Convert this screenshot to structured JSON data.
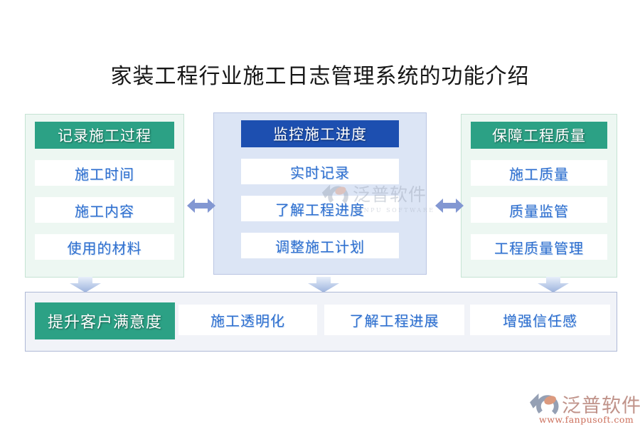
{
  "title": "家装工程行业施工日志管理系统的功能介绍",
  "columns": [
    {
      "header": "记录施工过程",
      "theme": "green",
      "items": [
        "施工时间",
        "施工内容",
        "使用的材料"
      ]
    },
    {
      "header": "监控施工进度",
      "theme": "blue",
      "items": [
        "实时记录",
        "了解工程进度",
        "调整施工计划"
      ]
    },
    {
      "header": "保障工程质量",
      "theme": "green",
      "items": [
        "施工质量",
        "质量监管",
        "工程质量管理"
      ]
    }
  ],
  "bottom": {
    "label": "提升客户满意度",
    "items": [
      "施工透明化",
      "了解工程进展",
      "增强信任感"
    ]
  },
  "watermark": {
    "text": "泛普软件",
    "subtext": "FANPU SOFTWARE"
  },
  "footer_logo": {
    "name": "泛普软件",
    "url": "www.fanpusoft.com"
  },
  "colors": {
    "green_header": "#2ca185",
    "green_panel_bg": "#edf7f2",
    "blue_header": "#1d4fb0",
    "blue_panel_bg": "#dce5f5",
    "item_text_blue": "#2d6ecf",
    "bottom_row_bg": "#f1f3f8",
    "arrow_blue": "#8297d2",
    "logo_salmon": "#cc6f5b"
  }
}
